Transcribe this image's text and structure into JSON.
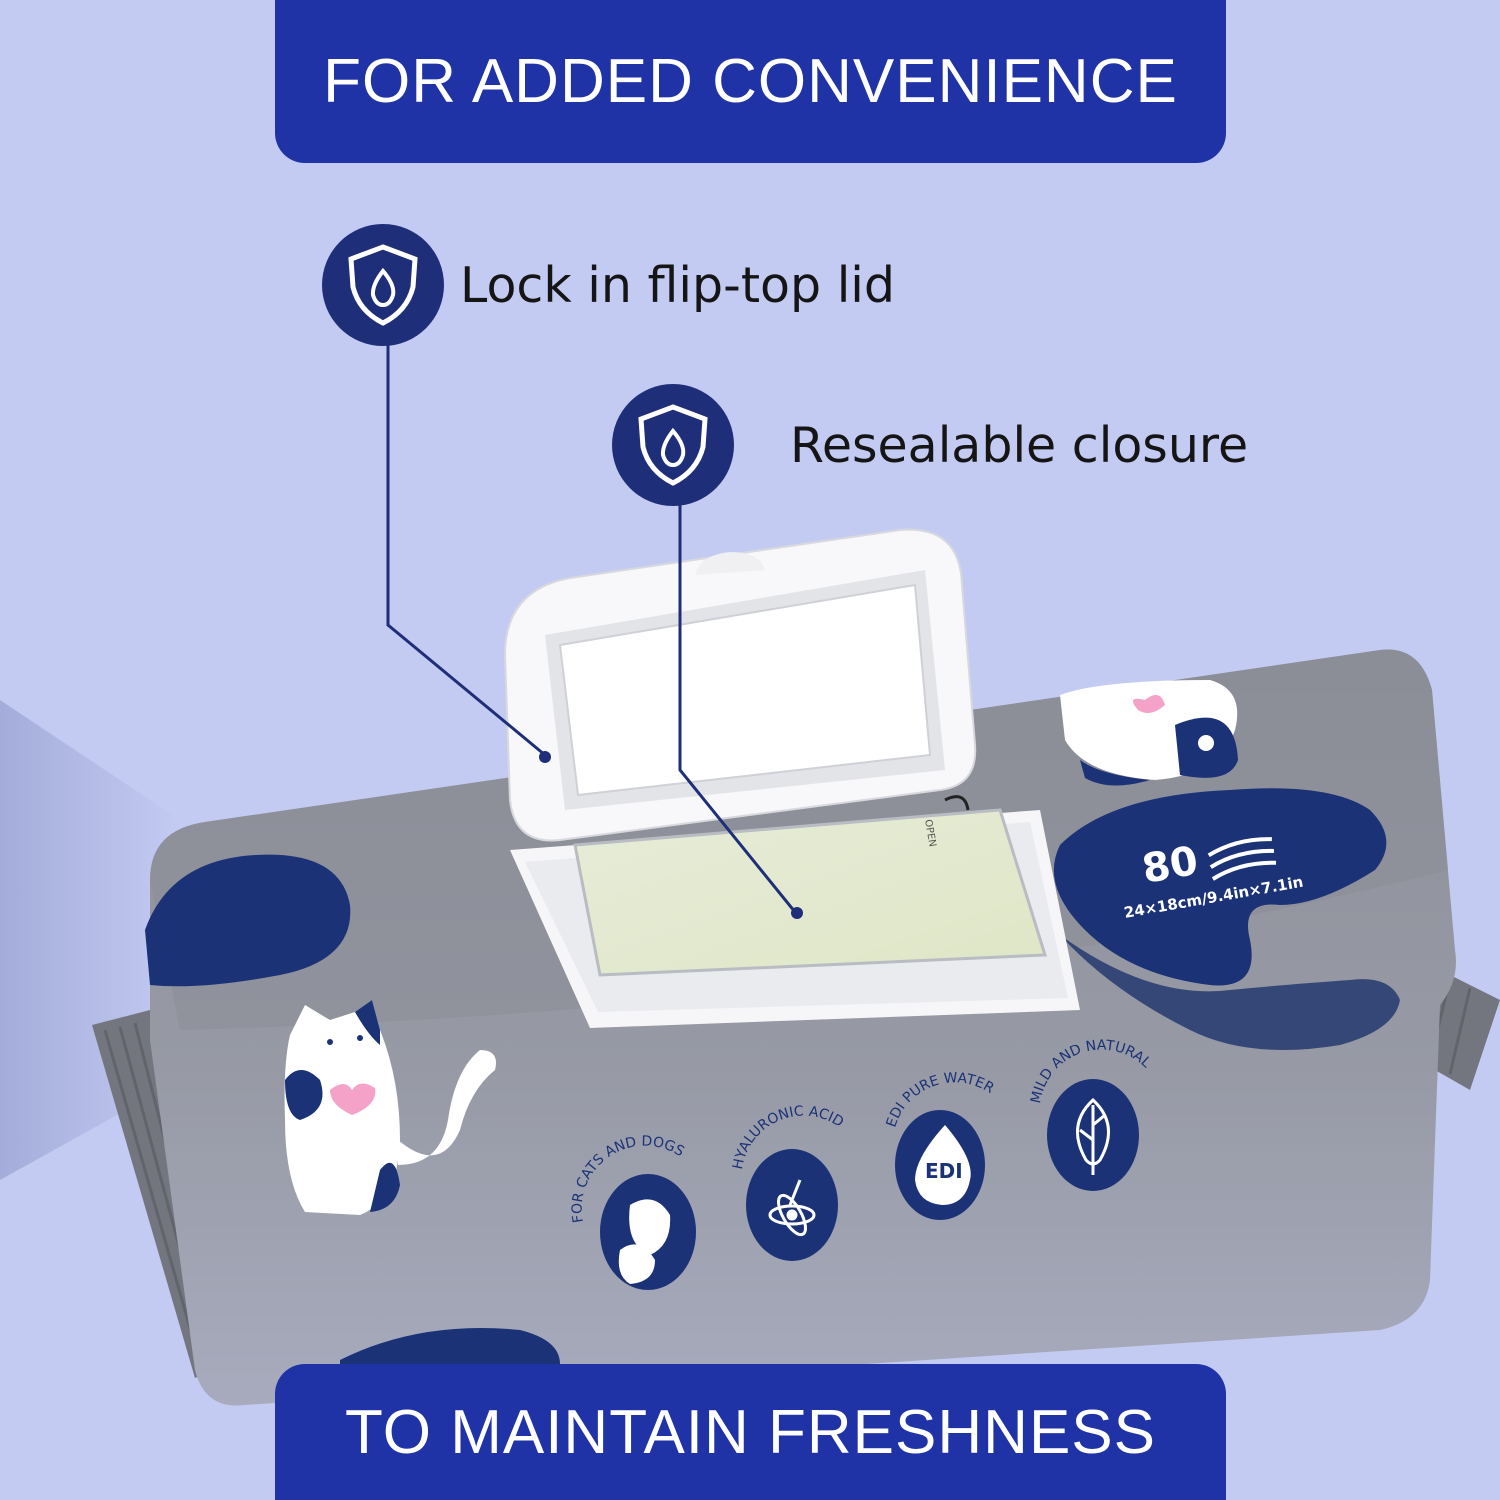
{
  "banners": {
    "top": "FOR ADDED CONVENIENCE",
    "bottom": "TO MAINTAIN FRESHNESS"
  },
  "callouts": [
    {
      "label": "Lock in flip-top lid",
      "icon": "shield-drop-icon"
    },
    {
      "label": "Resealable closure",
      "icon": "shield-drop-icon"
    }
  ],
  "package": {
    "count": "80",
    "size": "24×18cm/9.4in×7.1in",
    "lid_tab": "OPEN",
    "features": [
      {
        "label": "FOR CATS AND DOGS",
        "icon": "cat-dog-icon"
      },
      {
        "label": "HYALURONIC ACID",
        "icon": "dropper-atom-icon"
      },
      {
        "label": "EDI PURE WATER",
        "icon": "water-drop-icon",
        "badge": "EDI"
      },
      {
        "label": "MILD AND NATURAL",
        "icon": "leaf-icon"
      }
    ]
  },
  "colors": {
    "background": "#c3cbf3",
    "banner": "#1f32a6",
    "badge": "#1f2e78",
    "package": "#8f929d",
    "brand_blue": "#1b3277"
  }
}
